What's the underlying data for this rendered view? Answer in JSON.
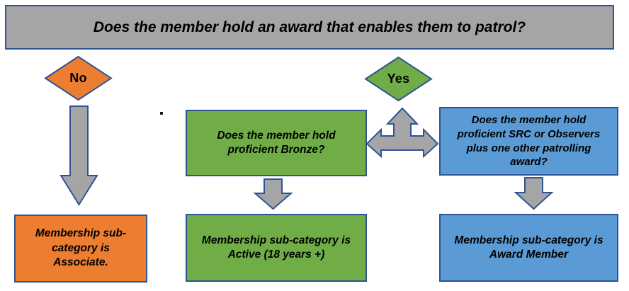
{
  "diagram": {
    "title": "Does the member hold an award that enables them to patrol?",
    "type": "flowchart"
  },
  "header": {
    "question": "Does the member hold an award that enables them to patrol?",
    "fill_color": "#A5A5A5",
    "border_color": "#2E5496"
  },
  "branches": {
    "no": {
      "label": "No",
      "fill_color": "#ED7D31"
    },
    "yes": {
      "label": "Yes",
      "fill_color": "#70AD47"
    }
  },
  "questions": {
    "bronze": {
      "text": "Does the member hold\nproficient Bronze?",
      "fill_color": "#70AD47"
    },
    "src": {
      "text": "Does the member hold\nproficient SRC or Observers\nplus one other patrolling\naward?",
      "fill_color": "#5B9BD5"
    }
  },
  "results": {
    "associate": {
      "text": "Membership sub-\ncategory is\nAssociate.",
      "fill_color": "#ED7D31"
    },
    "active": {
      "text": "Membership sub-category is\nActive (18 years +)",
      "fill_color": "#70AD47"
    },
    "award_member": {
      "text": "Membership sub-category is\nAward Member",
      "fill_color": "#5B9BD5"
    }
  },
  "connectors": {
    "arrow_fill": "#A5A5A5",
    "arrow_border": "#2E5496",
    "no_to_associate": "down-arrow",
    "bronze_to_active": "down-arrow",
    "src_to_award_member": "down-arrow",
    "yes_junction": "tee-arrow-left-right-up"
  }
}
